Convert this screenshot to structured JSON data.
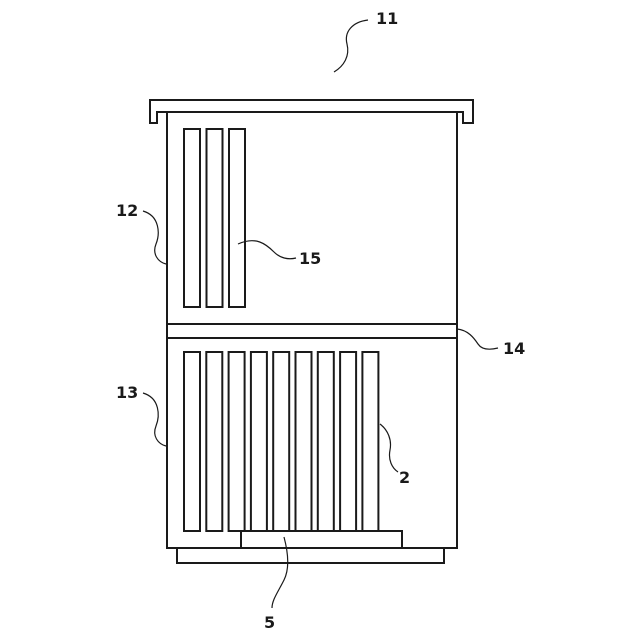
{
  "labels": {
    "housing": "11",
    "upper_chamber": "12",
    "lower_chamber": "13",
    "divider": "14",
    "upper_bars": "15",
    "hatched_plates": "2",
    "base_block": "5"
  },
  "counts": {
    "upper_bars": 3,
    "hatched_plates": 9
  },
  "colors": {
    "ink": "#1a1a1a",
    "background": "#ffffff"
  }
}
